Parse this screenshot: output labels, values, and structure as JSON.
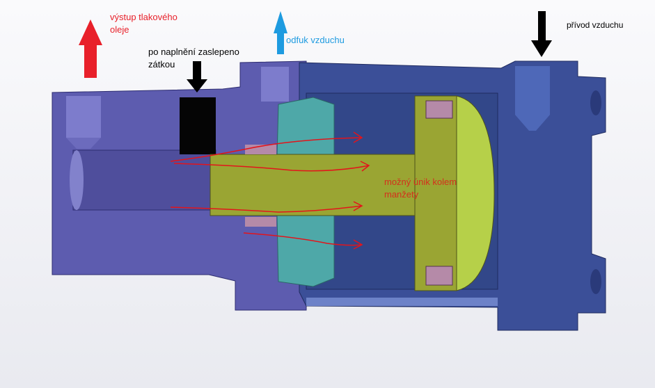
{
  "labels": {
    "oil_outlet": [
      "výstup tlakového",
      "oleje"
    ],
    "plug_note": [
      "po naplnění zaslepeno",
      "zátkou"
    ],
    "air_exhaust": "odfuk vzduchu",
    "air_inlet": "přívod vzduchu",
    "leak_note": [
      "možný únik kolem",
      "manžety"
    ]
  },
  "colors": {
    "oil_arrow": "#e8202a",
    "air_exhaust_arrow": "#1e9be0",
    "black_arrow": "#000000",
    "body_purple": "#5d5caf",
    "housing_blue": "#3b4f98",
    "rod_olive": "#9aa533",
    "guide_teal": "#4ea8a8",
    "leak_path": "#e3141b"
  }
}
